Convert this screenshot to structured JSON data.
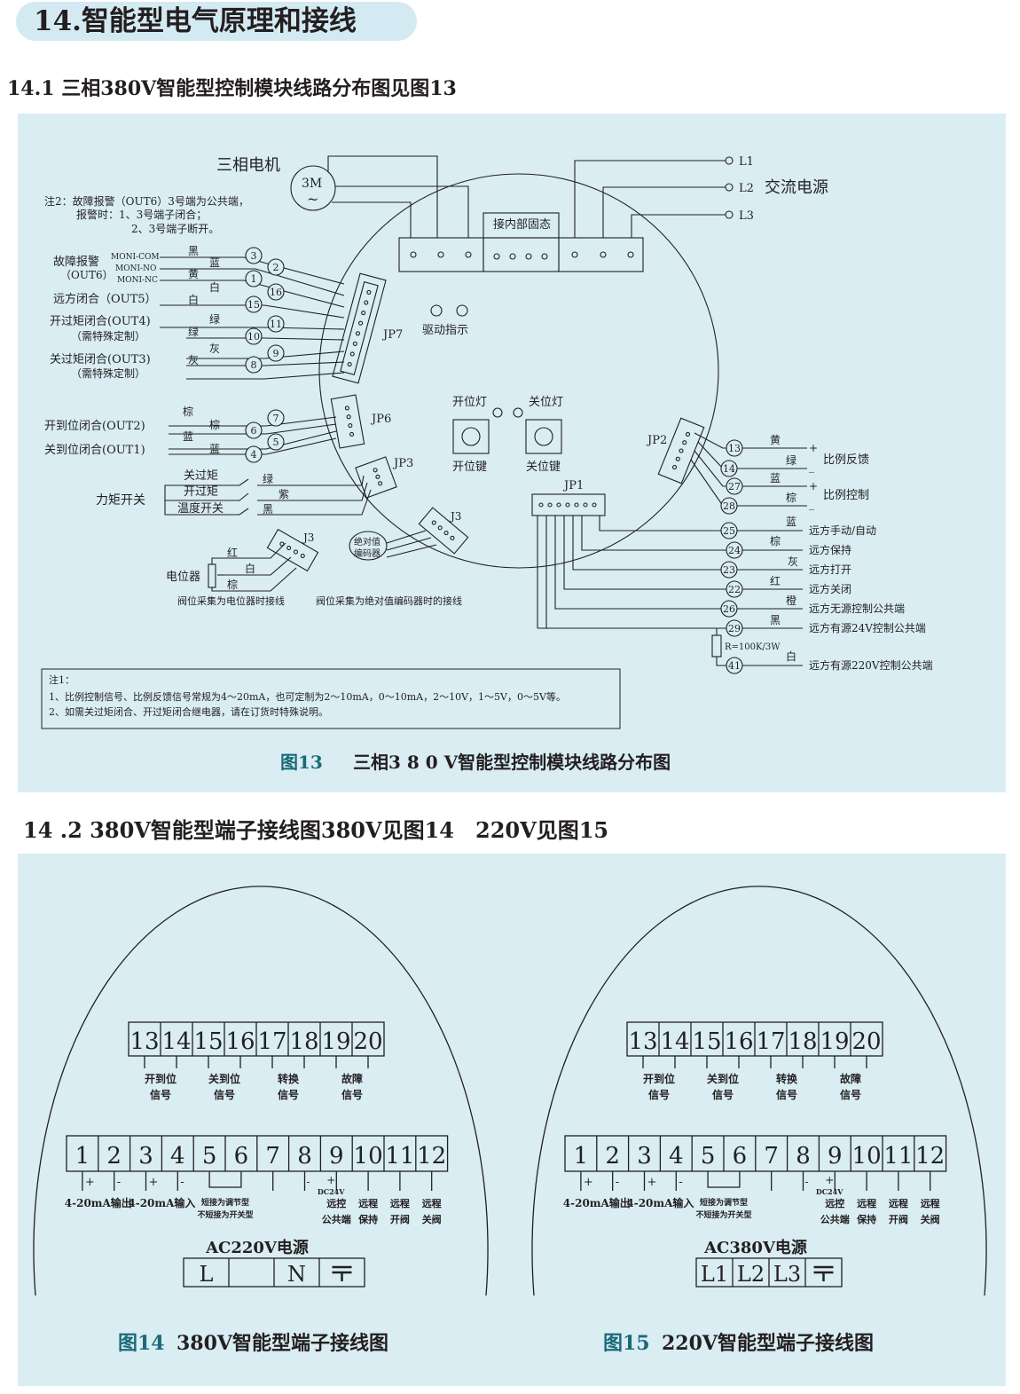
{
  "header": {
    "section_title": "14.智能型电气原理和接线",
    "sub1": "14.1 三相380V智能型控制模块线路分布图见图13",
    "sub2": "14 .2 380V智能型端子接线图380V见图14　220V见图15"
  },
  "fig13": {
    "motor_label": "三相电机",
    "motor_symbol": "3M",
    "motor_tilde": "~",
    "note2": [
      "注2：故障报警（OUT6）3号端为公共端，",
      "报警时：1、3号端子闭合；",
      "2、3号端子断开。"
    ],
    "L1": "L1",
    "L2": "L2",
    "L3": "L3",
    "ac_power": "交流电源",
    "inner_relay": "接内部固态",
    "drive_indicator": "驱动指示",
    "open_lamp": "开位灯",
    "close_lamp": "关位灯",
    "open_key": "开位键",
    "close_key": "关位键",
    "JP1": "JP1",
    "JP2": "JP2",
    "JP3": "JP3",
    "JP6": "JP6",
    "JP7": "JP7",
    "J3": "J3",
    "left_labels": {
      "fault_alarm": "故障报警",
      "out6": "（OUT6）",
      "moni_com": "MONI-COM",
      "moni_no": "MONI-NO",
      "moni_nc": "MONI-NC",
      "remote_close": "远方闭合（OUT5）",
      "open_torque": "开过矩闭合(OUT4)",
      "special1": "（需特殊定制）",
      "close_torque": "关过矩闭合(OUT3)",
      "special2": "（需特殊定制）",
      "open_pos": "开到位闭合(OUT2)",
      "close_pos": "关到位闭合(OUT1)",
      "torque_switch": "力矩开关",
      "close_over": "关过矩",
      "open_over": "开过矩",
      "temp_switch": "温度开关",
      "potentiometer": "电位器",
      "abs_encoder": [
        "绝对值",
        "编码器"
      ],
      "pot_note": "阀位采集为电位器时接线",
      "enc_note": "阀位采集为绝对值编码器时的接线"
    },
    "left_terminals": [
      "3",
      "2",
      "1",
      "16",
      "15",
      "11",
      "10",
      "9",
      "8",
      "7",
      "6",
      "5",
      "4"
    ],
    "left_colors": [
      "黑",
      "蓝",
      "黄",
      "白",
      "白",
      "绿",
      "绿",
      "灰",
      "灰",
      "棕",
      "棕",
      "蓝",
      "蓝"
    ],
    "torque_colors": [
      "绿",
      "紫",
      "黑"
    ],
    "pot_colors": [
      "红",
      "白",
      "棕"
    ],
    "right_terminals": [
      "13",
      "14",
      "27",
      "28",
      "25",
      "24",
      "23",
      "22",
      "26",
      "29",
      "41"
    ],
    "right_colors": [
      "黄",
      "绿",
      "蓝",
      "棕",
      "蓝",
      "棕",
      "灰",
      "红",
      "橙",
      "黑",
      "白"
    ],
    "right_signs": [
      "+",
      "_",
      "+",
      "_"
    ],
    "feedback": "比例反馈",
    "control": "比例控制",
    "right_labels": [
      "远方手动/自动",
      "远方保持",
      "远方打开",
      "远方关闭",
      "远方无源控制公共端",
      "远方有源24V控制公共端",
      "远方有源220V控制公共端"
    ],
    "resistor": "R=100K/3W",
    "note1": [
      "注1：",
      "1、比例控制信号、比例反馈信号常规为4～20mA，也可定制为2～10mA，0～10mA，2～10V，1～5V，0～5V等。",
      "2、如需关过矩闭合、开过矩闭合继电器，请在订货时特殊说明。"
    ],
    "caption_num": "图13",
    "caption": "三相3 8 0 V智能型控制模块线路分布图"
  },
  "fig14": {
    "top_terms": [
      "13",
      "14",
      "15",
      "16",
      "17",
      "18",
      "19",
      "20"
    ],
    "top_groups": [
      [
        "开到位",
        "信号"
      ],
      [
        "关到位",
        "信号"
      ],
      [
        "转换",
        "信号"
      ],
      [
        "故障",
        "信号"
      ]
    ],
    "bot_terms": [
      "1",
      "2",
      "3",
      "4",
      "5",
      "6",
      "7",
      "8",
      "9",
      "10",
      "11",
      "12"
    ],
    "out_420": "4-20mA输出",
    "in_420": "4-20mA输入",
    "short_note": [
      "短接为调节型",
      "不短接为开关型"
    ],
    "dc24": "DC24V",
    "bot_labels": [
      [
        "远控",
        "公共端"
      ],
      [
        "远程",
        "保持"
      ],
      [
        "远程",
        "开阀"
      ],
      [
        "远程",
        "关阀"
      ]
    ],
    "power": "AC220V电源",
    "power_terms": [
      "L",
      "",
      "N"
    ],
    "caption_num": "图14",
    "caption": "380V智能型端子接线图"
  },
  "fig15": {
    "power": "AC380V电源",
    "power_terms": [
      "L1",
      "L2",
      "L3"
    ],
    "caption_num": "图15",
    "caption": "220V智能型端子接线图"
  }
}
